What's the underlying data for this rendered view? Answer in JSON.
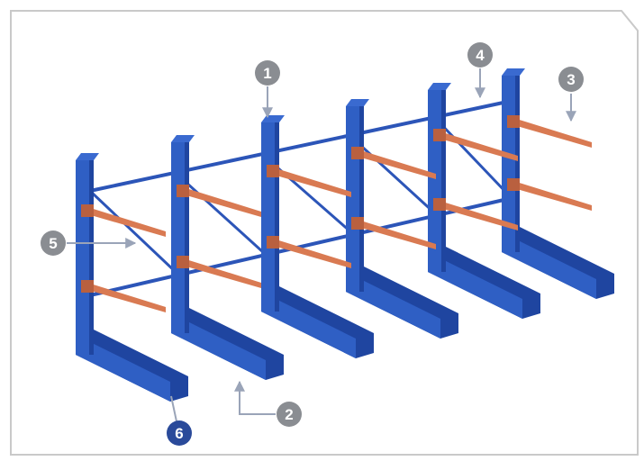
{
  "colors": {
    "frame_border": "#c9c9c9",
    "upright": "#2f5fc4",
    "upright_dark": "#1f45a0",
    "upright_side": "#3a6ad0",
    "arm": "#d97a52",
    "arm_dark": "#b9603f",
    "brace": "#2c55b8",
    "marker_grey": "#8a8d92",
    "marker_blue": "#2a4a9a",
    "leader_line": "#9aa4b8"
  },
  "callouts": [
    {
      "label": "1",
      "part": "upright-column",
      "style": "grey"
    },
    {
      "label": "2",
      "part": "base",
      "style": "grey"
    },
    {
      "label": "3",
      "part": "arm",
      "style": "grey"
    },
    {
      "label": "4",
      "part": "horizontal-brace",
      "style": "grey"
    },
    {
      "label": "5",
      "part": "diagonal-brace",
      "style": "grey"
    },
    {
      "label": "6",
      "part": "base-plate",
      "style": "blue"
    }
  ]
}
